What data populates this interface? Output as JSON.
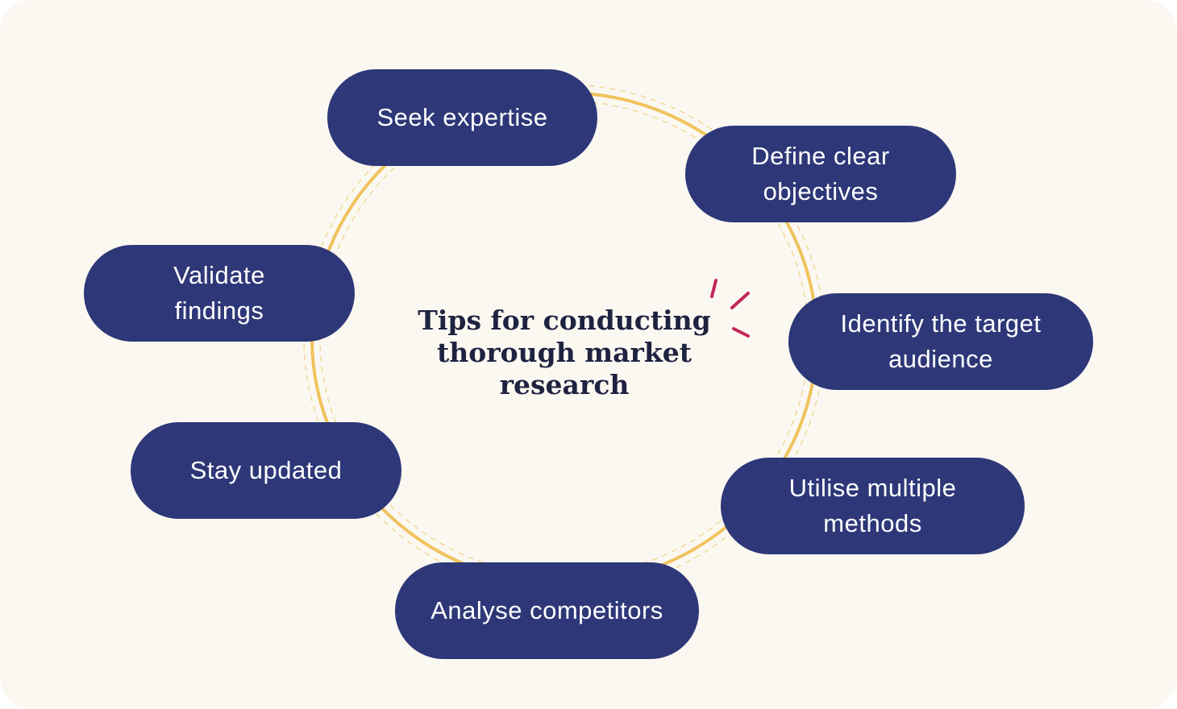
{
  "diagram": {
    "title_lines": [
      "Tips for conducting",
      "thorough market",
      "research"
    ],
    "tips": [
      {
        "lines": [
          "Seek expertise"
        ]
      },
      {
        "lines": [
          "Define clear",
          "objectives"
        ]
      },
      {
        "lines": [
          "Identify the target",
          "audience"
        ]
      },
      {
        "lines": [
          "Utilise multiple",
          "methods"
        ]
      },
      {
        "lines": [
          "Analyse competitors"
        ]
      },
      {
        "lines": [
          "Stay updated"
        ]
      },
      {
        "lines": [
          "Validate",
          "findings"
        ]
      }
    ]
  },
  "colors": {
    "background": "#fbf8f1",
    "pill": "#2e3878",
    "pill_text": "#ffffff",
    "ring": "#f0c35e",
    "ring_dashed": "#f3d79a",
    "accent_marks": "#c0275a",
    "title_text": "#1f2240"
  }
}
